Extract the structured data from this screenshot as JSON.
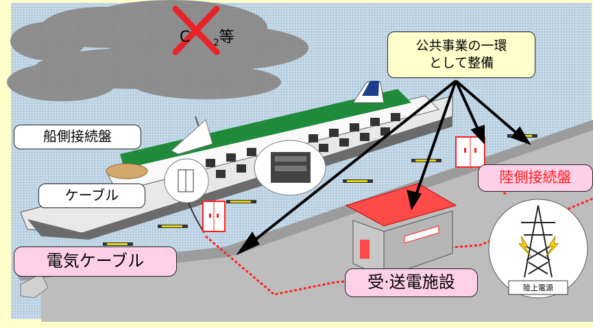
{
  "labels": {
    "co2_main": "C",
    "co2_sub": "2",
    "co2_suffix": "等",
    "public_works_line1": "公共事業の一環",
    "public_works_line2": "として整備",
    "ship_panel": "船側接続盤",
    "cable": "ケーブル",
    "electric_cable": "電気ケーブル",
    "land_panel": "陸側接続盤",
    "substation": "受·送電施設",
    "land_power": "陸上電源"
  },
  "colors": {
    "background": "#ffffcc",
    "sky": "#c9dce8",
    "quay": "#bdbdbd",
    "cable_red": "#ff2020",
    "cross_red": "#e8232a",
    "ship_green": "#1f8a3a",
    "callout_pink": "#ffd0e8"
  }
}
